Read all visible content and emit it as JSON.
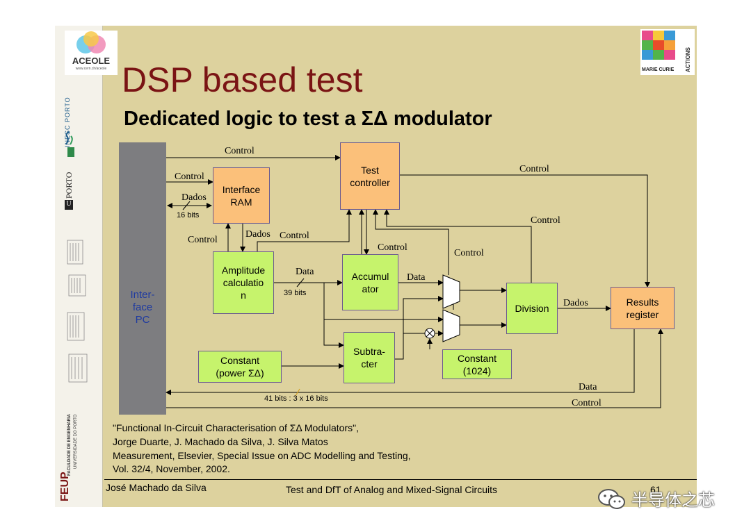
{
  "slide": {
    "title": "DSP based test",
    "subtitle": "Dedicated logic to test a ΣΔ modulator",
    "logo_aceole": "ACEOLE",
    "logo_aceole_url": "www.cern.ch/aceole",
    "logo_marie_curie": "MARIE CURIE",
    "logo_actions": "ACTIONS",
    "sidebar_inesc": "INESC PORTO",
    "sidebar_uporto": "PORTO",
    "sidebar_feup": "FEUP",
    "sidebar_faculdade": "FACULDADE DE ENGENHARIA",
    "sidebar_universidade": "UNIVERSIDADE DO PORTO"
  },
  "diagram": {
    "pc_label": "Inter-\nface\nPC",
    "blocks": {
      "test_controller": "Test\ncontroller",
      "interface_ram": "Interface\nRAM",
      "amplitude": "Amplitude\ncalculatio\nn",
      "accumulator": "Accumul\nator",
      "subtracter": "Subtra-\ncter",
      "division": "Division",
      "results": "Results\nregister",
      "constant_power": "Constant\n(power ΣΔ)",
      "constant_1024": "Constant\n(1024)"
    },
    "labels": {
      "control_top": "Control",
      "control_ram": "Control",
      "dados_ram": "Dados",
      "bits16": "16 bits",
      "control_right_top": "Control",
      "control_right_mid": "Control",
      "control_amp": "Control",
      "dados_amp": "Dados",
      "control_mid": "Control",
      "control_acc": "Control",
      "control_mux": "Control",
      "data_amp": "Data",
      "bits39": "39 bits",
      "data_acc": "Data",
      "dados_div": "Dados",
      "data_bottom": "Data",
      "control_bottom": "Control",
      "bits41": "41 bits : 3 x 16 bits"
    }
  },
  "reference": {
    "line1": "\"Functional In-Circuit Characterisation of ΣΔ Modulators\",",
    "line2": "Jorge Duarte, J. Machado da Silva, J. Silva Matos",
    "line3": "Measurement, Elsevier, Special Issue on ADC Modelling and Testing,",
    "line4": "Vol. 32/4, November, 2002."
  },
  "footer": {
    "author": "José Machado da Silva",
    "course": "Test and DfT of Analog and Mixed-Signal Circuits",
    "page": "61"
  },
  "watermark": {
    "text": "半导体之芯"
  },
  "colors": {
    "background": "#ddd29e",
    "title": "#7a1414",
    "orange_block": "#fbc07a",
    "green_block": "#c6f36c",
    "pc_bar": "#7d7d80",
    "pc_text": "#1e3aa0"
  }
}
